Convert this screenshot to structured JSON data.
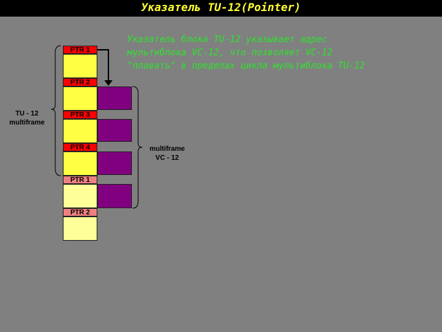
{
  "title": "Указатель TU-12(Pointer)",
  "description": [
    "Указатель блока TU-12 указывает адрес",
    "мультиблока VC-12, что позволяет VC-12",
    "\"плавать\" в пределах цикла мультиблока TU-12"
  ],
  "pointers": [
    "PTR 1",
    "PTR 2",
    "PTR 3",
    "PTR 4",
    "PTR 1",
    "PTR 2"
  ],
  "tu12_label": [
    "TU - 12",
    "multiframe"
  ],
  "vc12_label": [
    "multiframe",
    "VC - 12"
  ],
  "colors": {
    "background": "#808080",
    "title": "#ffff33",
    "description": "#2ee32e",
    "ptr_current": "#ff0000",
    "ptr_next": "#f08080",
    "payload_current": "#ffff44",
    "payload_next": "#ffff99",
    "vc12_block": "#800080"
  }
}
